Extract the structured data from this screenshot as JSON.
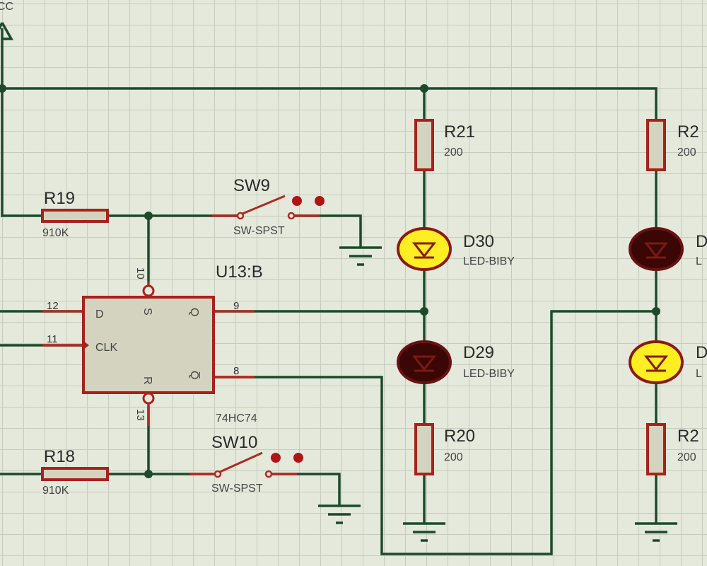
{
  "schematic": {
    "power": {
      "label": "CC"
    },
    "chip": {
      "ref": "U13:B",
      "part": "74HC74",
      "pins": {
        "d": "D",
        "clk": "CLK",
        "s": "S",
        "r": "R",
        "q": "Q",
        "qbar": "Q̅"
      },
      "pin_numbers": {
        "d": "12",
        "clk": "11",
        "s": "10",
        "r": "13",
        "q": "9",
        "qbar": "8"
      }
    },
    "resistors": [
      {
        "ref": "R19",
        "value": "910K"
      },
      {
        "ref": "R18",
        "value": "910K"
      },
      {
        "ref": "R21",
        "value": "200"
      },
      {
        "ref": "R20",
        "value": "200"
      },
      {
        "ref": "R2",
        "value": "200"
      },
      {
        "ref": "R2",
        "value": "200"
      }
    ],
    "switches": [
      {
        "ref": "SW9",
        "part": "SW-SPST"
      },
      {
        "ref": "SW10",
        "part": "SW-SPST"
      }
    ],
    "leds": [
      {
        "ref": "D30",
        "part": "LED-BIBY",
        "state": "on"
      },
      {
        "ref": "D29",
        "part": "LED-BIBY",
        "state": "off"
      },
      {
        "ref": "D",
        "part": "L",
        "state": "off"
      },
      {
        "ref": "D",
        "part": "L",
        "state": "on"
      }
    ],
    "colors": {
      "wire": "#1d4a2a",
      "component": "#b02a22",
      "led_on": "#ffee22",
      "led_off": "#3a0606",
      "grid": "#c5cbbd",
      "background": "#e4e9dc"
    }
  }
}
